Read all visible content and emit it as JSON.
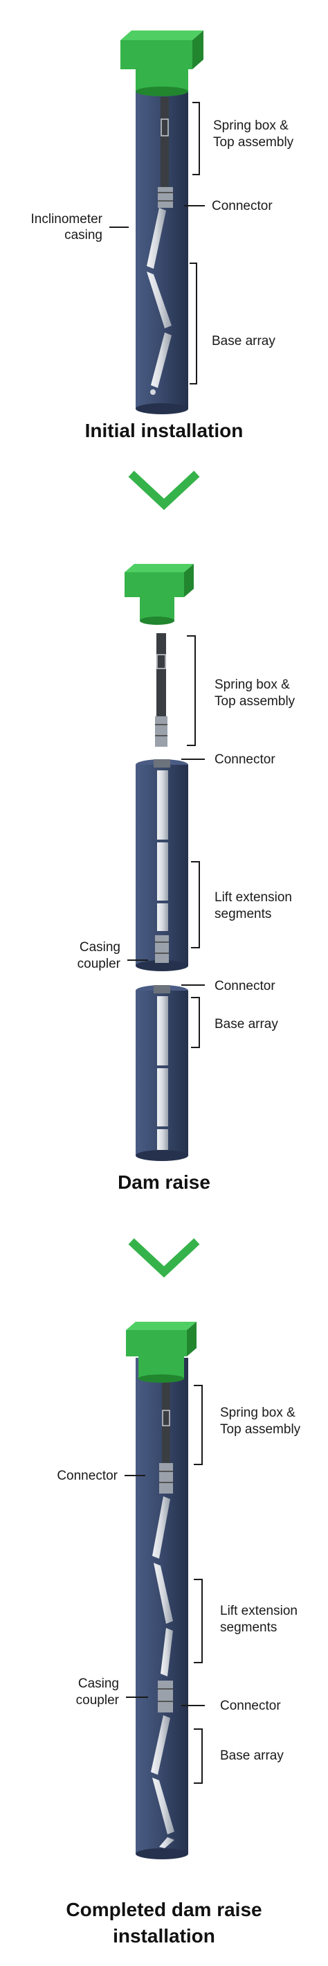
{
  "colors": {
    "casing": "#3b4b6e",
    "casing_dark": "#26324d",
    "cap": "#35b34a",
    "cap_dark": "#22862f",
    "chevron": "#35b34a",
    "sensor": "#d9dde3",
    "rod": "#3a3d42"
  },
  "icons": {
    "step_arrow": "chevron-down-icon"
  },
  "stage1": {
    "title": "Initial installation",
    "labels": {
      "spring_box_1": "Spring box &",
      "spring_box_2": "Top assembly",
      "connector": "Connector",
      "casing_1": "Inclinometer",
      "casing_2": "casing",
      "base_array": "Base array"
    }
  },
  "stage2": {
    "title": "Dam raise",
    "labels": {
      "spring_box_1": "Spring box &",
      "spring_box_2": "Top assembly",
      "connector_top": "Connector",
      "lift_1": "Lift extension",
      "lift_2": "segments",
      "coupler_1": "Casing",
      "coupler_2": "coupler",
      "connector_mid": "Connector",
      "base_array": "Base array"
    }
  },
  "stage3": {
    "title_1": "Completed dam raise",
    "title_2": "installation",
    "labels": {
      "spring_box_1": "Spring box &",
      "spring_box_2": "Top assembly",
      "connector_left": "Connector",
      "lift_1": "Lift extension",
      "lift_2": "segments",
      "coupler_1": "Casing",
      "coupler_2": "coupler",
      "connector_right": "Connector",
      "base_array": "Base array"
    }
  }
}
